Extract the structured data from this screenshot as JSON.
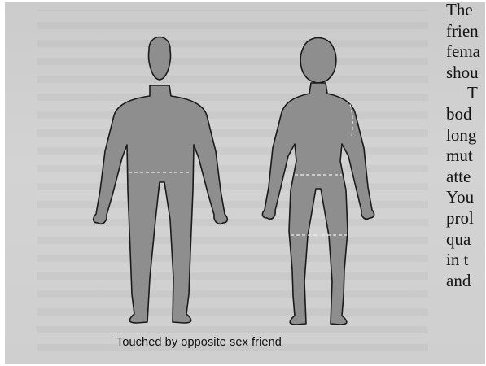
{
  "figure": {
    "caption": "Touched by opposite sex friend",
    "colors": {
      "body_fill": "#8e8e8e",
      "body_outline": "#1a1a1a",
      "zone_line": "#eeeeee",
      "background": "#d0d0d0"
    }
  },
  "text_column": {
    "lines": [
      "The",
      "frien",
      "fema",
      "shou",
      "T",
      "bod",
      "long",
      "mut",
      "atte",
      "You",
      "prol",
      "qua",
      "in t",
      "and"
    ]
  }
}
